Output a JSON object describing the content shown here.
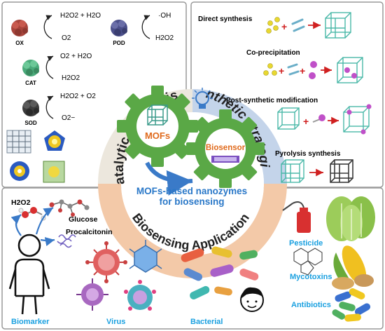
{
  "catalytic": {
    "heading": "Catalytic mechanism",
    "ox": {
      "name": "OX",
      "product": "H2O2 + H2O",
      "reactant": "O2"
    },
    "pod": {
      "name": "POD",
      "product": "·OH",
      "reactant": "H2O2"
    },
    "cat": {
      "name": "CAT",
      "product": "O2 + H2O",
      "reactant": "H2O2"
    },
    "sod": {
      "name": "SOD",
      "product": "H2O2 + O2",
      "reactant": "O2−"
    }
  },
  "synthetic": {
    "heading": "Synthetic strategies",
    "methods": [
      "Direct synthesis",
      "Co-precipitation",
      "Post-synthetic modification",
      "Pyrolysis synthesis"
    ]
  },
  "center": {
    "gear1": "MOFs",
    "gear2": "Biosensor",
    "caption_line1": "MOFs-based nanozymes",
    "caption_line2": "for biosensing"
  },
  "application": {
    "heading": "Biosensing Application",
    "analytes": [
      "H2O2",
      "Glucose",
      "Procalcitonin"
    ],
    "categories": [
      "Biomarker",
      "Virus",
      "Bacterial"
    ],
    "right_labels": [
      "Pesticide",
      "Mycotoxins",
      "Antibiotics"
    ]
  },
  "colors": {
    "blue_text": "#1aa0e0",
    "gear_green": "#5aa846",
    "gear_text": "#e06a1c",
    "caption_blue": "#2a78c8",
    "left_band": "#ece7dd",
    "right_band": "#c4d4ea",
    "bottom_band": "#f3c9a8",
    "virus_red": "#e05050",
    "mol_red": "#c83c3c"
  }
}
